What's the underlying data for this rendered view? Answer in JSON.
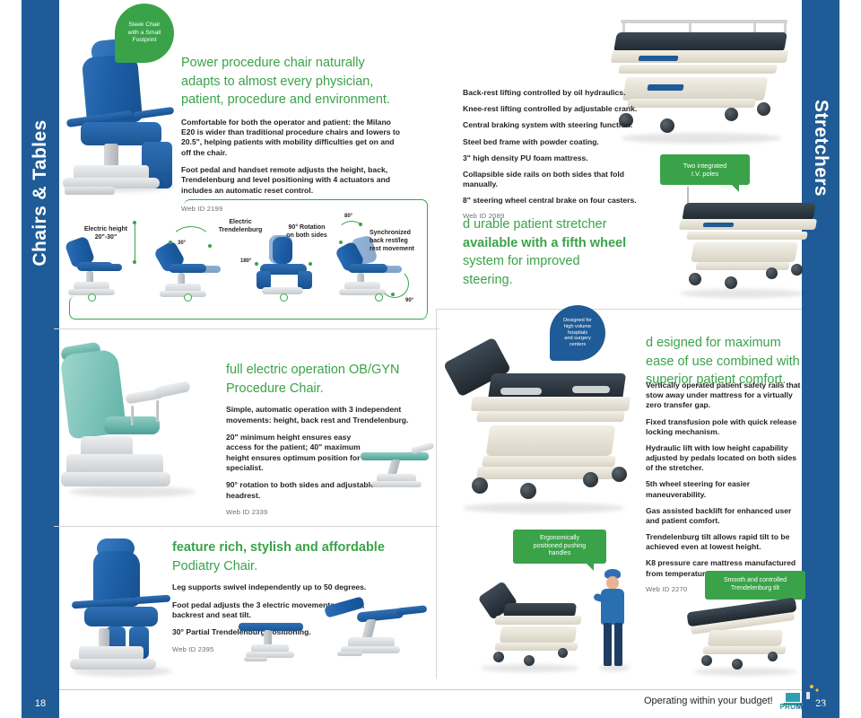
{
  "spread": {
    "left_tab_label": "Chairs & Tables",
    "right_tab_label": "Stretchers",
    "left_page_number": "18",
    "right_page_number": "23",
    "footer_tagline": "Operating within your budget!",
    "logo": {
      "pro": "PRO",
      "medica": "MEDiCA"
    },
    "colors": {
      "navy": "#1f5b96",
      "green": "#3aa349",
      "text": "#231f20",
      "muted": "#6d6e71"
    }
  },
  "procedure_chair": {
    "callout": "Sleek Chair\nwith a Small\nFootprint",
    "callout_lines": [
      "Sleek Chair",
      "with a Small",
      "Footprint"
    ],
    "headline": "Power procedure chair naturally adapts to almost every physician, patient, procedure and environment.",
    "headline_lines": [
      "Power procedure chair naturally",
      "adapts to almost every physician,",
      "patient, procedure and environment."
    ],
    "paragraphs": [
      "Comfortable for both the operator and patient: the Milano E20 is wider than traditional procedure chairs and lowers to 20.5\", helping patients with mobility difficulties get on and off the chair.",
      "Foot pedal and handset remote adjusts the height, back, Trendelenburg and level positioning with 4 actuators and includes an automatic reset control."
    ],
    "web_id": "Web ID 2199"
  },
  "motion_diagram": {
    "features": [
      {
        "label_lines": [
          "Electric height",
          "20\"-30\""
        ],
        "angles": []
      },
      {
        "label_lines": [
          "Electric",
          "Trendelenburg"
        ],
        "angles": [
          "30°"
        ]
      },
      {
        "label_lines": [
          "90° Rotation",
          "on both sides"
        ],
        "angles": [
          "180°"
        ]
      },
      {
        "label_lines": [
          "Synchronized",
          "back rest/leg",
          "rest movement"
        ],
        "angles": [
          "80°",
          "90°"
        ]
      }
    ]
  },
  "obgyn_chair": {
    "headline_lines": [
      "full electric operation OB/GYN",
      "Procedure Chair."
    ],
    "paragraphs": [
      "Simple, automatic operation with 3 independent movements: height, back rest and Trendelenburg.",
      "20\" minimum height ensures easy access for the patient; 40\" maximum height ensures optimum position for the specialist.",
      "90° rotation to both sides and adjustable headrest."
    ],
    "web_id": "Web ID 2339"
  },
  "podiatry_chair": {
    "headline_bold": "feature rich, stylish and affordable",
    "headline_rest": "Podiatry Chair.",
    "paragraphs": [
      "Leg supports swivel independently up to 50 degrees.",
      "Foot pedal adjusts the 3 electric movements: height, backrest and seat tilt.",
      "30° Partial Trendelenburg positioning."
    ],
    "web_id": "Web ID 2395"
  },
  "stretcher_top": {
    "callout_lines": [
      "Two integrated",
      "I.V. poles"
    ],
    "bullets": [
      "Back-rest lifting controlled by oil hydraulics.",
      "Knee-rest lifting controlled by adjustable crank.",
      "Central braking system with steering function.",
      "Steel bed frame with powder coating.",
      "3\" high density PU foam mattress.",
      "Collapsible side rails on both sides that fold manually.",
      "8\" steering wheel central brake on four casters."
    ],
    "web_id": "Web ID 2089",
    "headline_parts": [
      {
        "text": "d urable patient stretcher",
        "bold": false
      },
      {
        "text": "available with a fifth wheel",
        "bold": true
      },
      {
        "text": "system for improved",
        "bold": false
      },
      {
        "text": "steering.",
        "bold": false
      }
    ]
  },
  "stretcher_bottom": {
    "callout_blue_lines": [
      "Designed for",
      "high volume",
      "hospitals",
      "and surgery",
      "centers"
    ],
    "headline_lines": [
      "d esigned for maximum",
      "ease of use combined with",
      "superior patient comfort."
    ],
    "bullets": [
      "Vertically operated patient safety rails that stow away under mattress for a virtually zero transfer gap.",
      "Fixed transfusion pole with quick release locking mechanism.",
      "Hydraulic lift with low height capability adjusted by pedals located on both sides of the stretcher.",
      "5th wheel steering for easier maneuverability.",
      "Gas assisted backlift for enhanced user and patient comfort.",
      "Trendelenburg tilt allows rapid tilt to be achieved even at lowest height.",
      "K8 pressure care mattress manufactured from temperature sensitive gel."
    ],
    "web_id": "Web ID 2270",
    "callout_handles_lines": [
      "Ergonomically",
      "positioned pushing",
      "handles"
    ],
    "callout_tilt_lines": [
      "Smooth and controlled",
      "Trendelenburg tilt"
    ]
  }
}
